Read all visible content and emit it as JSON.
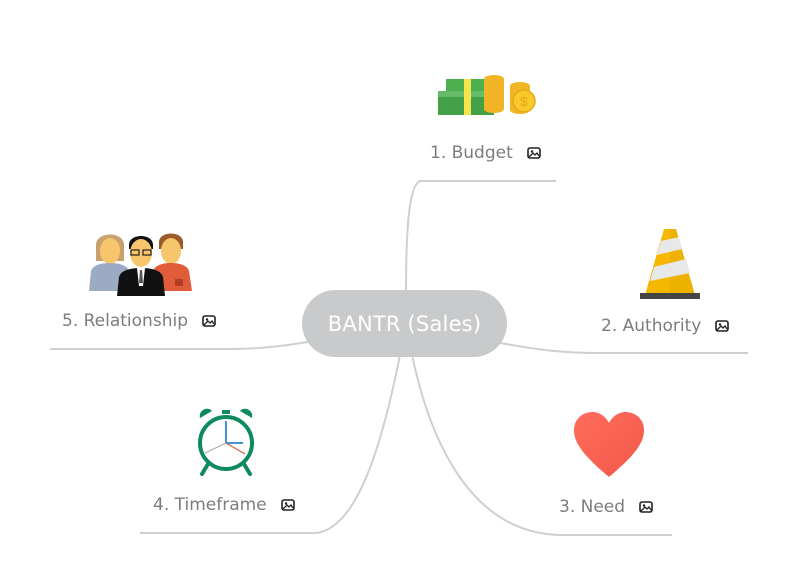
{
  "central": {
    "label": "BANTR (Sales)",
    "color": "#c8cacb"
  },
  "line_color": "#cdd0d2",
  "label_color": "#7a7d80",
  "branches": [
    {
      "id": "budget",
      "label": "1. Budget",
      "image": "money-stack-coins-icon",
      "has_image_attachment": true
    },
    {
      "id": "authority",
      "label": "2. Authority",
      "image": "traffic-cone-icon",
      "has_image_attachment": true
    },
    {
      "id": "need",
      "label": "3. Need",
      "image": "heart-icon",
      "has_image_attachment": true
    },
    {
      "id": "timeframe",
      "label": "4. Timeframe",
      "image": "alarm-clock-icon",
      "has_image_attachment": true
    },
    {
      "id": "relationship",
      "label": "5. Relationship",
      "image": "people-group-icon",
      "has_image_attachment": true
    }
  ]
}
